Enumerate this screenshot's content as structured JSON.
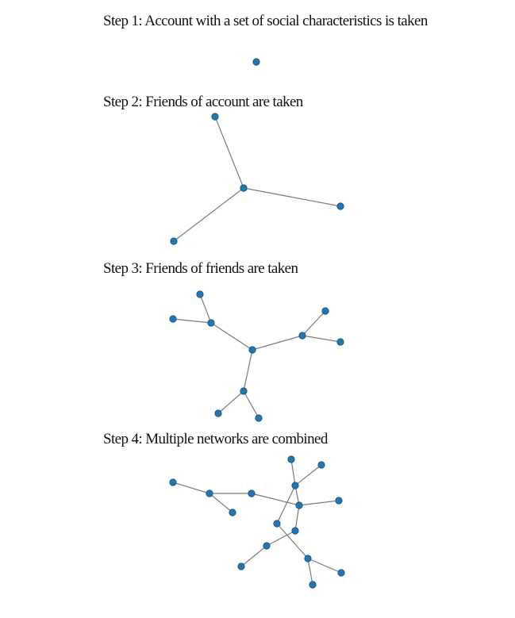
{
  "steps": [
    {
      "title": "Step 1: Account with a set of social characteristics is taken"
    },
    {
      "title": "Step 2: Friends of account are taken"
    },
    {
      "title": "Step 3: Friends of friends are taken"
    },
    {
      "title": "Step 4: Multiple networks are combined"
    }
  ],
  "colors": {
    "node": "#1f77b4",
    "edge": "#7a7a7a",
    "text": "#111111"
  }
}
